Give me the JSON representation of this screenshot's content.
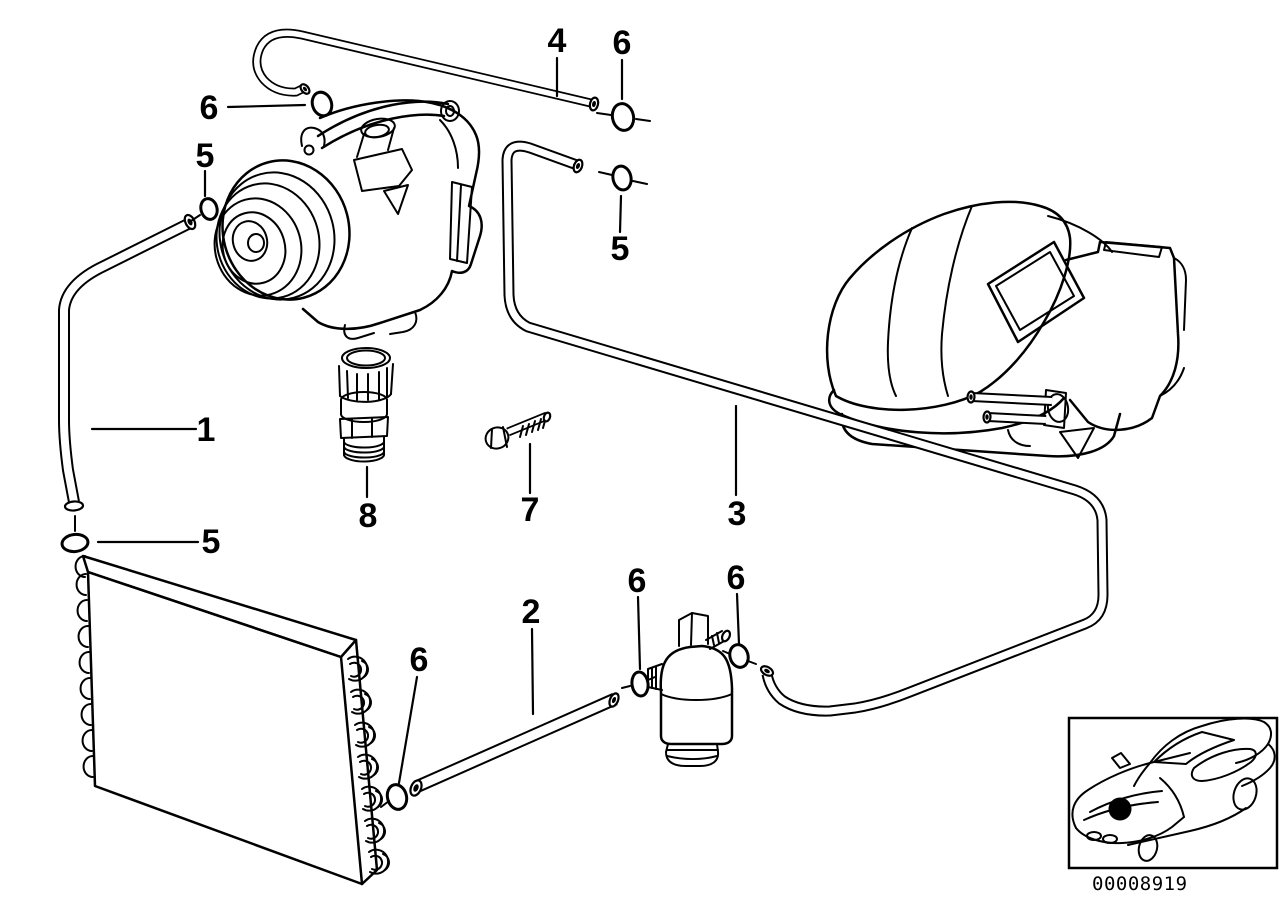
{
  "colors": {
    "ink": "#000000",
    "paper": "#ffffff"
  },
  "image_code": "00008919",
  "callouts": [
    {
      "label": "6",
      "points_to": "o-ring"
    },
    {
      "label": "5",
      "points_to": "o-ring"
    },
    {
      "label": "4",
      "points_to": "pipe"
    },
    {
      "label": "6",
      "points_to": "o-ring"
    },
    {
      "label": "5",
      "points_to": "o-ring"
    },
    {
      "label": "1",
      "points_to": "hose"
    },
    {
      "label": "8",
      "points_to": "valve"
    },
    {
      "label": "7",
      "points_to": "bolt"
    },
    {
      "label": "3",
      "points_to": "pipe"
    },
    {
      "label": "5",
      "points_to": "o-ring"
    },
    {
      "label": "2",
      "points_to": "pipe"
    },
    {
      "label": "6",
      "points_to": "o-ring"
    },
    {
      "label": "6",
      "points_to": "o-ring"
    },
    {
      "label": "6",
      "points_to": "o-ring"
    }
  ],
  "components": [
    "ac-compressor",
    "condenser",
    "evaporator-heater-unit",
    "receiver-drier",
    "service-valve",
    "hex-bolt",
    "refrigerant-pipes",
    "o-ring-seals",
    "car-location-thumbnail"
  ]
}
